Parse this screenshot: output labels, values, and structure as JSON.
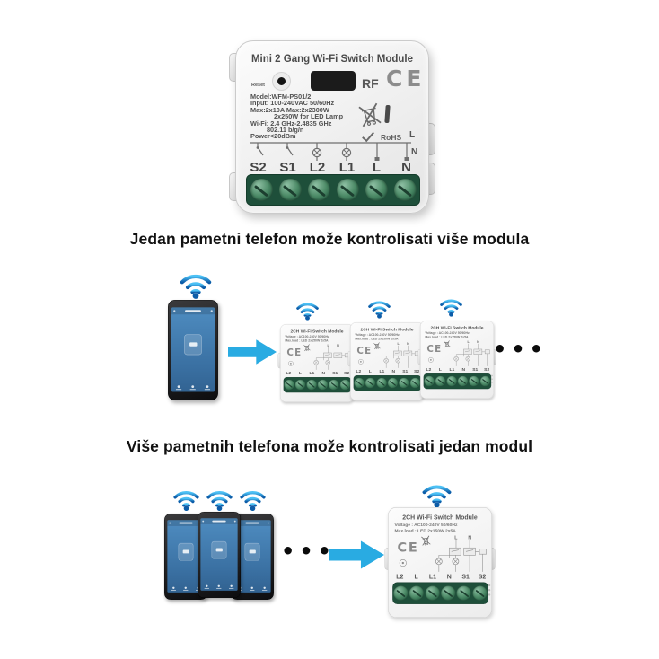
{
  "headings": {
    "one": "Jedan pametni telefon može kontrolisati više modula",
    "two": "Više pametnih telefona može kontrolisati jedan modul"
  },
  "product": {
    "title": "Mini 2 Gang Wi-Fi Switch Module",
    "reset_label": "Reset",
    "rf_label": "RF",
    "ce_mark": "CE",
    "spec_lines": [
      "Model:WFM-PS01/2",
      "Input: 100-240VAC 50/60Hz",
      "Max:2x10A  Max:2x2300W",
      "2x250W for LED Lamp",
      "Wi-Fi: 2.4 GHz-2.4835 GHz",
      "802.11 b/g/n",
      "Power<20dBm"
    ],
    "rohs_label": "RoHS",
    "line_l": "L",
    "line_n": "N",
    "terminals": [
      "S2",
      "S1",
      "L2",
      "L1",
      "L",
      "N"
    ]
  },
  "mini_module": {
    "title": "2CH Wi-Fi Switch Module",
    "voltage_line": "Voltage : AC100-240V 50/60Hz",
    "load_line": "Max.load : LED 2x150W  2x5A",
    "ce_mark": "CE",
    "circuit_l": "L",
    "circuit_n": "N",
    "terminals": [
      "L2",
      "L",
      "L1",
      "N",
      "S1",
      "S2"
    ]
  },
  "ellipsis": "•••",
  "colors": {
    "arrow_blue": "#29abe2",
    "wifi_blue_light": "#4cc1f5",
    "wifi_blue_dark": "#0c5ca8",
    "terminal_green": "#1e4f3a",
    "phone_screen_blue": "#4182b4",
    "heading_text": "#111111"
  }
}
